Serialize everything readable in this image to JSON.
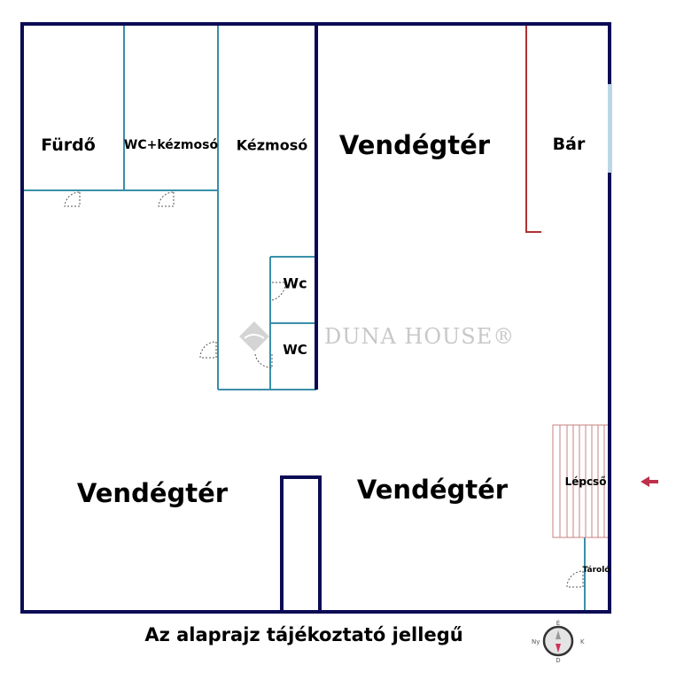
{
  "rooms": {
    "furdo": "Fürdő",
    "wc_kezmoso": "WC+kézmosó",
    "kezmoso": "Kézmosó",
    "vendegter_top": "Vendégtér",
    "bar": "Bár",
    "wc1": "Wc",
    "wc2": "WC",
    "vendegter_left": "Vendégtér",
    "vendegter_right": "Vendégtér",
    "lepcso": "Lépcső",
    "tarolo": "Tároló"
  },
  "watermark": "DUNA HOUSE®",
  "note": "Az alaprajz tájékoztató jellegű",
  "compass": {
    "n": "É",
    "e": "K",
    "s": "D",
    "w": "Ny"
  },
  "colors": {
    "wall": "#0b0b55",
    "partition": "#3a8fa8",
    "bar": "#b03030",
    "stairs": "#c98080",
    "arrow": "#c0304a"
  }
}
